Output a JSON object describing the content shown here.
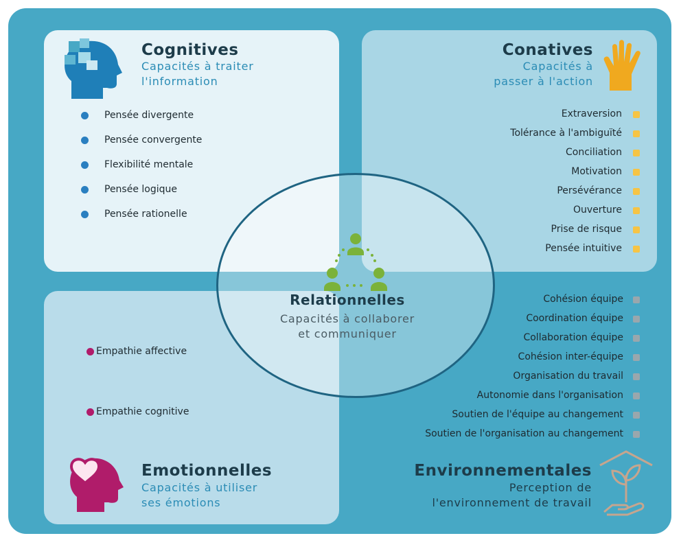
{
  "cognitives": {
    "title": "Cognitives",
    "subtitle": "Capacités à traiter\nl'information",
    "items": [
      "Pensée divergente",
      "Pensée convergente",
      "Flexibilité mentale",
      "Pensée logique",
      "Pensée rationelle"
    ],
    "color": "#2a7fc0"
  },
  "conatives": {
    "title": "Conatives",
    "subtitle": "Capacités à\npasser à l'action",
    "items": [
      "Extraversion",
      "Tolérance à l'ambiguïté",
      "Conciliation",
      "Motivation",
      "Persévérance",
      "Ouverture",
      "Prise de risque",
      "Pensée intuitive"
    ],
    "color": "#f6c445"
  },
  "relationnelles": {
    "title": "Relationnelles",
    "subtitle": "Capacités à collaborer\net communiquer",
    "color": "#7bb23a"
  },
  "emotionnelles": {
    "title": "Emotionnelles",
    "subtitle": "Capacités à utiliser\nses émotions",
    "items": [
      "Empathie affective",
      "Empathie cognitive"
    ],
    "color": "#b01c6a"
  },
  "environnementales": {
    "title": "Environnementales",
    "subtitle": "Perception de\nl'environnement de travail",
    "items": [
      "Cohésion équipe",
      "Coordination équipe",
      "Collaboration équipe",
      "Cohésion inter-équipe",
      "Organisation du travail",
      "Autonomie dans l'organisation",
      "Soutien de l'équipe au changement",
      "Soutien de l'organisation au changement"
    ],
    "color": "#9aa7ad"
  },
  "icons": {
    "cognitives": "head-puzzle-icon",
    "conatives": "hand-icon",
    "relationnelles": "people-network-icon",
    "emotionnelles": "head-heart-icon",
    "environnementales": "plant-hand-icon"
  }
}
